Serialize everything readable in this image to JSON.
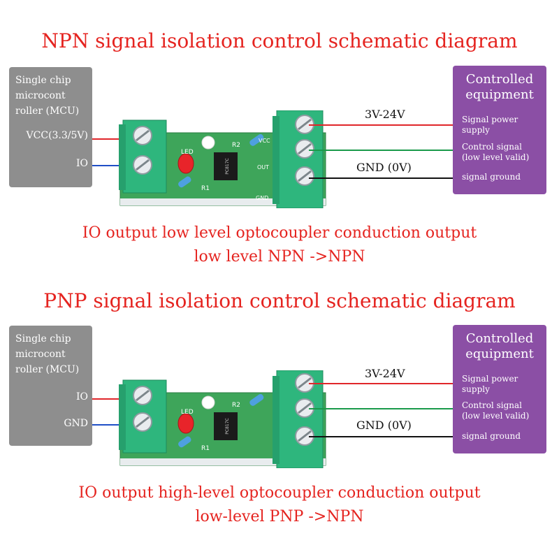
{
  "colors": {
    "title": "#e52420",
    "mcu_box": "#8e8e8e",
    "equipment_box": "#8b4fa5",
    "wire_red": "#e0262a",
    "wire_blue": "#1f4fc7",
    "wire_green": "#1a9a4a",
    "wire_black": "#111111",
    "pcb": "#3ea55a",
    "terminal": "#2eb67d"
  },
  "npn": {
    "title": "NPN signal isolation control schematic diagram",
    "mcu": {
      "name": "Single chip\nmicrocont\nroller (MCU)",
      "pin1": "VCC(3.3/5V)",
      "pin2": "IO"
    },
    "equipment": {
      "title": "Controlled\nequipment",
      "label1": "Signal power\nsupply",
      "label2": "Control signal\n(low level valid)",
      "label3": "signal ground"
    },
    "voltage": "3V-24V",
    "gnd": "GND (0V)",
    "board": {
      "led": "LED",
      "r1": "R1",
      "r2": "R2",
      "vcc": "VCC",
      "out": "OUT",
      "gnd": "GND",
      "chip": "PC817C"
    },
    "caption": {
      "line1": "IO output low level optocoupler conduction output",
      "line2": "low level NPN ->NPN"
    }
  },
  "pnp": {
    "title": "PNP signal isolation control schematic diagram",
    "mcu": {
      "name": "Single chip\nmicrocont\nroller (MCU)",
      "pin1": "IO",
      "pin2": "GND"
    },
    "equipment": {
      "title": "Controlled\nequipment",
      "label1": "Signal power\nsupply",
      "label2": "Control signal\n(low level valid)",
      "label3": "signal ground"
    },
    "voltage": "3V-24V",
    "gnd": "GND (0V)",
    "board": {
      "led": "LED",
      "r1": "R1",
      "r2": "R2",
      "chip": "PC817C"
    },
    "caption": {
      "line1": "IO output high-level optocoupler conduction output",
      "line2": "low-level PNP ->NPN"
    }
  }
}
